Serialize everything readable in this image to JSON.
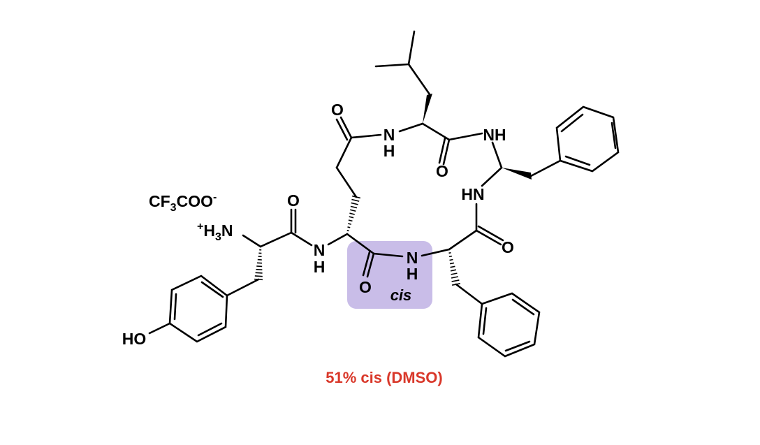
{
  "colors": {
    "highlight": "#c9bde8",
    "caption": "#d9382a",
    "bonds": "#000000"
  },
  "labels": {
    "counterion_cf": "CF",
    "counterion_3": "3",
    "counterion_coo": "COO",
    "counterion_minus": "-",
    "ammonium_plus": "+",
    "ammonium_h": "H",
    "ammonium_3": "3",
    "ammonium_n": "N",
    "hydroxyl": "HO",
    "o_tyr": "O",
    "n_tyr_glu": "N",
    "h_tyr_glu": "H",
    "o_glu_side": "O",
    "n_glu_leu": "N",
    "h_glu_leu": "H",
    "o_leu": "O",
    "nh_leu_phe": "NH",
    "hn_phe_gem": "HN",
    "o_phe2": "O",
    "n_cis": "N",
    "h_cis": "H",
    "o_cis": "O",
    "cis_tag": "cis"
  },
  "caption": "51% cis (DMSO)"
}
